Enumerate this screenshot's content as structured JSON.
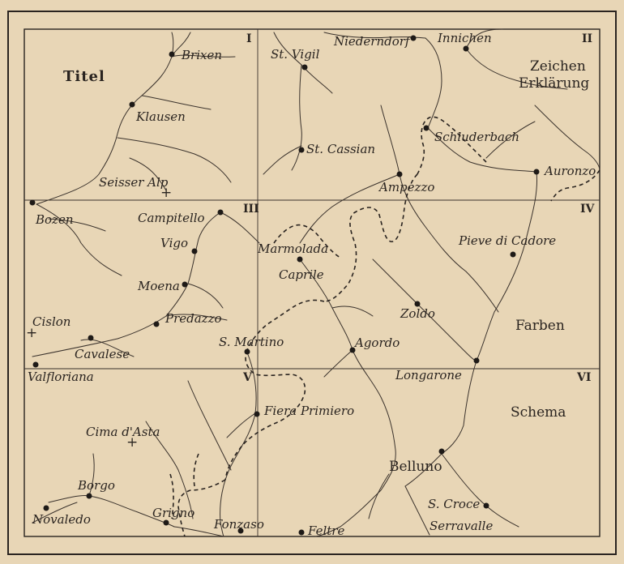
{
  "map": {
    "background": "#e8d6b6",
    "ink": "#2a2420",
    "quadrants": [
      "I",
      "II",
      "III",
      "IV",
      "V",
      "VI"
    ],
    "margin_labels": {
      "titel": "Titel",
      "zeichen": "Zeichen",
      "erklarung": "Erklärung",
      "farben": "Farben",
      "schema": "Schema"
    },
    "places": [
      {
        "id": "brixen",
        "name": "Brixen"
      },
      {
        "id": "klausen",
        "name": "Klausen"
      },
      {
        "id": "st-vigil",
        "name": "St. Vigil"
      },
      {
        "id": "niederndorf",
        "name": "Niederndorf"
      },
      {
        "id": "innichen",
        "name": "Innichen"
      },
      {
        "id": "schluderbach",
        "name": "Schluderbach"
      },
      {
        "id": "st-cassian",
        "name": "St. Cassian"
      },
      {
        "id": "ampezzo",
        "name": "Ampezzo"
      },
      {
        "id": "auronzo",
        "name": "Auronzo"
      },
      {
        "id": "seisser-alp",
        "name": "Seisser Alp"
      },
      {
        "id": "bozen",
        "name": "Bozen"
      },
      {
        "id": "campitello",
        "name": "Campitello"
      },
      {
        "id": "vigo",
        "name": "Vigo"
      },
      {
        "id": "marmolada",
        "name": "Marmolada"
      },
      {
        "id": "caprile",
        "name": "Caprile"
      },
      {
        "id": "pieve-di-cadore",
        "name": "Pieve di Cadore"
      },
      {
        "id": "moena",
        "name": "Moena"
      },
      {
        "id": "cislon",
        "name": "Cislon"
      },
      {
        "id": "predazzo",
        "name": "Predazzo"
      },
      {
        "id": "zoldo",
        "name": "Zoldo"
      },
      {
        "id": "cavalese",
        "name": "Cavalese"
      },
      {
        "id": "s-martino",
        "name": "S. Martino"
      },
      {
        "id": "agordo",
        "name": "Agordo"
      },
      {
        "id": "valfloriana",
        "name": "Valfloriana"
      },
      {
        "id": "longarone",
        "name": "Longarone"
      },
      {
        "id": "fiera-primiero",
        "name": "Fiera Primiero"
      },
      {
        "id": "cima-d-asta",
        "name": "Cima d'Asta"
      },
      {
        "id": "belluno",
        "name": "Belluno"
      },
      {
        "id": "borgo",
        "name": "Borgo"
      },
      {
        "id": "s-croce",
        "name": "S. Croce"
      },
      {
        "id": "novaledo",
        "name": "Novaledo"
      },
      {
        "id": "grigno",
        "name": "Grigno"
      },
      {
        "id": "fonzaso",
        "name": "Fonzaso"
      },
      {
        "id": "feltre",
        "name": "Feltre"
      },
      {
        "id": "serravalle",
        "name": "Serravalle"
      }
    ]
  }
}
